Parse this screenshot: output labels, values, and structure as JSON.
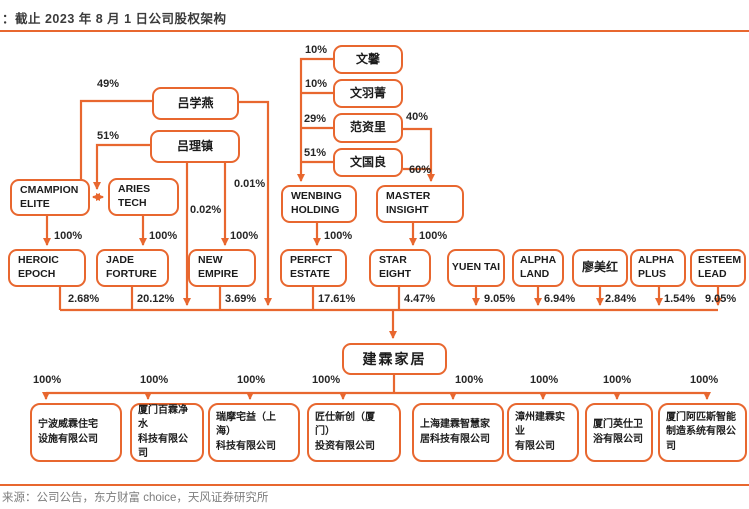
{
  "header": {
    "title": "：截止 2023 年 8 月 1 日公司股权架构"
  },
  "footer": {
    "source": "来源：公司公告，东方财富 choice，天风证券研究所"
  },
  "colors": {
    "accent": "#E8672F",
    "text": "#1c1c1c",
    "source_text": "#7d7d7d"
  },
  "nodes": {
    "wenxin": "文馨",
    "wenyujing": "文羽菁",
    "fanzili": "范资里",
    "wenguoliang": "文国良",
    "lvxueyan": "吕学燕",
    "lvlizhen": "吕理镇",
    "cmampion": [
      "CMAMPION",
      "ELITE"
    ],
    "aries": [
      "ARIES",
      "TECH"
    ],
    "wenbing": [
      "WENBING",
      "HOLDING"
    ],
    "master": [
      "MASTER",
      "INSIGHT"
    ],
    "heroic": [
      "HEROIC",
      "EPOCH"
    ],
    "jade": [
      "JADE",
      "FORTURE"
    ],
    "newempire": [
      "NEW",
      "EMPIRE"
    ],
    "perfct": [
      "PERFCT",
      "ESTATE"
    ],
    "stareight": [
      "STAR",
      "EIGHT"
    ],
    "yuentai": "YUEN TAI",
    "alphaland": [
      "ALPHA",
      "LAND"
    ],
    "liaomeihong": "廖美红",
    "alphaplus": [
      "ALPHA",
      "PLUS"
    ],
    "esteem": [
      "ESTEEM",
      "LEAD"
    ],
    "company": "建霖家居",
    "sub1": [
      "宁波威霖住宅",
      "设施有限公司"
    ],
    "sub2": [
      "厦门百霖净水",
      "科技有限公司"
    ],
    "sub3": [
      "瑞摩宅益（上海）",
      "科技有限公司"
    ],
    "sub4": [
      "匠仕新创（厦门）",
      "投资有限公司"
    ],
    "sub5": [
      "上海建霖智慧家",
      "居科技有限公司"
    ],
    "sub6": [
      "漳州建霖实业",
      "有限公司"
    ],
    "sub7": [
      "厦门英仕卫",
      "浴有限公司"
    ],
    "sub8": [
      "厦门阿匹斯智能",
      "制造系统有限公司"
    ]
  },
  "pcts": {
    "wenxin_wenbing": "10%",
    "wenyujing_wenbing": "10%",
    "fanzili_wenbing": "29%",
    "wenguoliang_wenbing": "51%",
    "fanzili_master": "40%",
    "wenguoliang_master": "60%",
    "lvxueyan_group": "49%",
    "lvlizhen_group": "51%",
    "lvxueyan_company": "0.01%",
    "lvlizhen_company": "0.02%",
    "cmampion_heroic": "100%",
    "aries_jade": "100%",
    "lvlizhen_newempire": "100%",
    "wenbing_perfct": "100%",
    "master_stareight": "100%",
    "heroic_company": "2.68%",
    "jade_company": "20.12%",
    "newempire_company": "3.69%",
    "perfct_company": "17.61%",
    "stareight_company": "4.47%",
    "yuentai_company": "9.05%",
    "alphaland_company": "6.94%",
    "liaomeihong_company": "2.84%",
    "alphaplus_company": "1.54%",
    "esteem_company": "9.05%",
    "company_sub1": "100%",
    "company_sub2": "100%",
    "company_sub3": "100%",
    "company_sub4": "100%",
    "company_sub5": "100%",
    "company_sub6": "100%",
    "company_sub7": "100%",
    "company_sub8": "100%"
  }
}
